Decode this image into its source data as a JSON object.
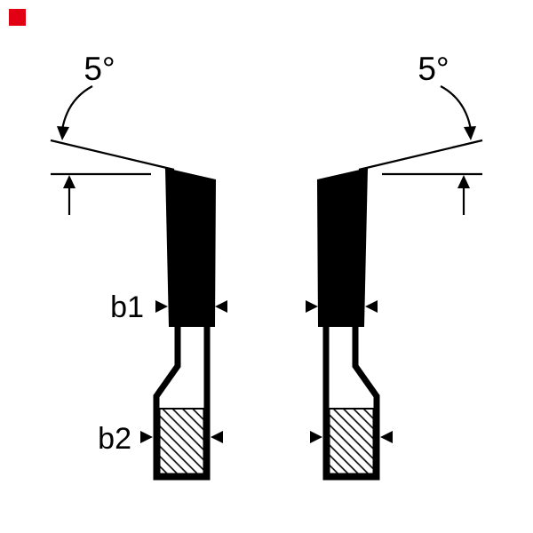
{
  "colors": {
    "background": "#ffffff",
    "ink": "#000000",
    "brand_red": "#e20015"
  },
  "labels": {
    "angle_left": "5°",
    "angle_right": "5°",
    "width_b1": "b1",
    "width_b2": "b2"
  }
}
